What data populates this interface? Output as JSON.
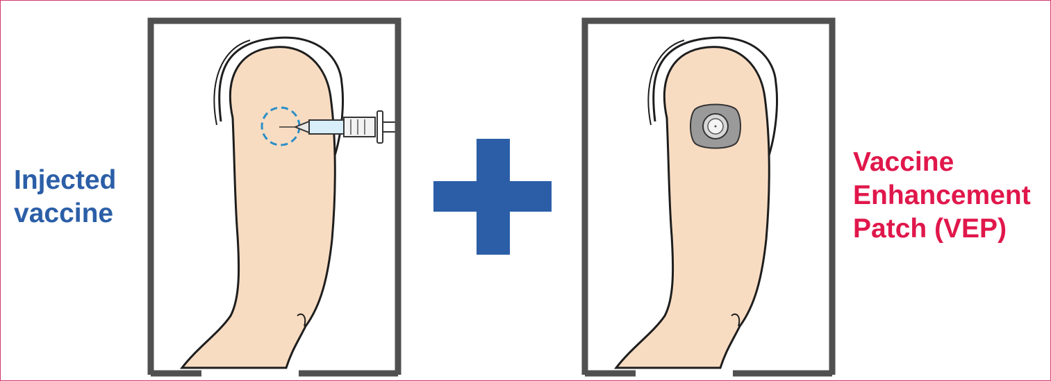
{
  "left_label": {
    "line1": "Injected",
    "line2": "vaccine"
  },
  "right_label": {
    "line1": "Vaccine",
    "line2": "Enhancement",
    "line3": "Patch (VEP)"
  },
  "colors": {
    "border": "#d43a6a",
    "left_text": "#2b5ea7",
    "right_text": "#e0174b",
    "plus": "#2b5ea7",
    "skin": "#f8dcc2",
    "panel_frame": "#505050"
  },
  "icons": [
    "syringe-icon",
    "injection-site-icon",
    "plus-icon",
    "patch-icon"
  ]
}
